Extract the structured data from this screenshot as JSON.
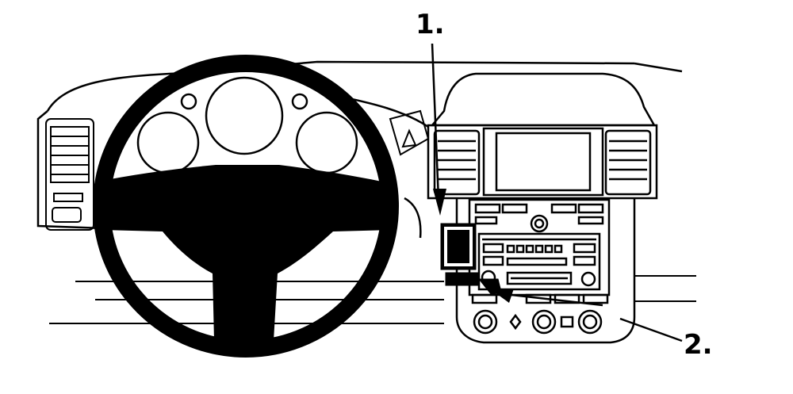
{
  "diagram": {
    "callouts": [
      {
        "id": "1",
        "label": "1."
      },
      {
        "id": "2",
        "label": "2."
      }
    ],
    "colors": {
      "line": "#000000",
      "fill_dark": "#000000",
      "background": "#ffffff"
    }
  }
}
